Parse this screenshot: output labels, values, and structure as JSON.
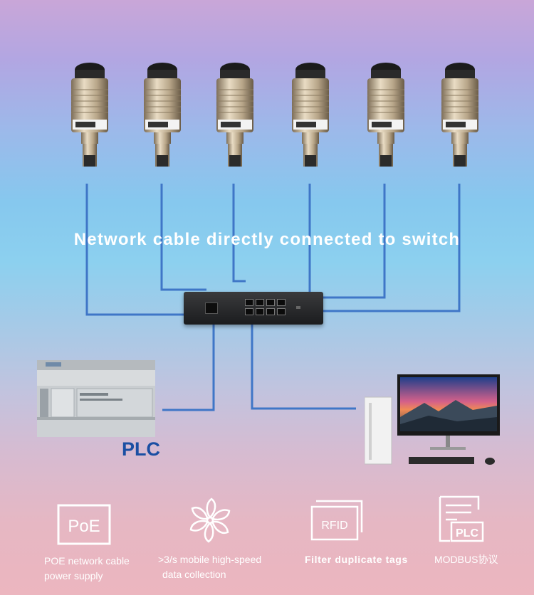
{
  "headline": "Network cable directly connected to switch",
  "plc_label": "PLC",
  "wire_color": "#3f76c7",
  "features": [
    {
      "icon": "poe-icon",
      "icon_text": "PoE",
      "line1": "POE network cable",
      "line2": "power supply"
    },
    {
      "icon": "fan-icon",
      "line1": ">3/s mobile high-speed",
      "line2": "data collection"
    },
    {
      "icon": "rfid-icon",
      "icon_text": "RFID",
      "line1": "Filter duplicate tags"
    },
    {
      "icon": "plc-document-icon",
      "icon_text": "PLC",
      "line1": "MODBUS协议"
    }
  ]
}
